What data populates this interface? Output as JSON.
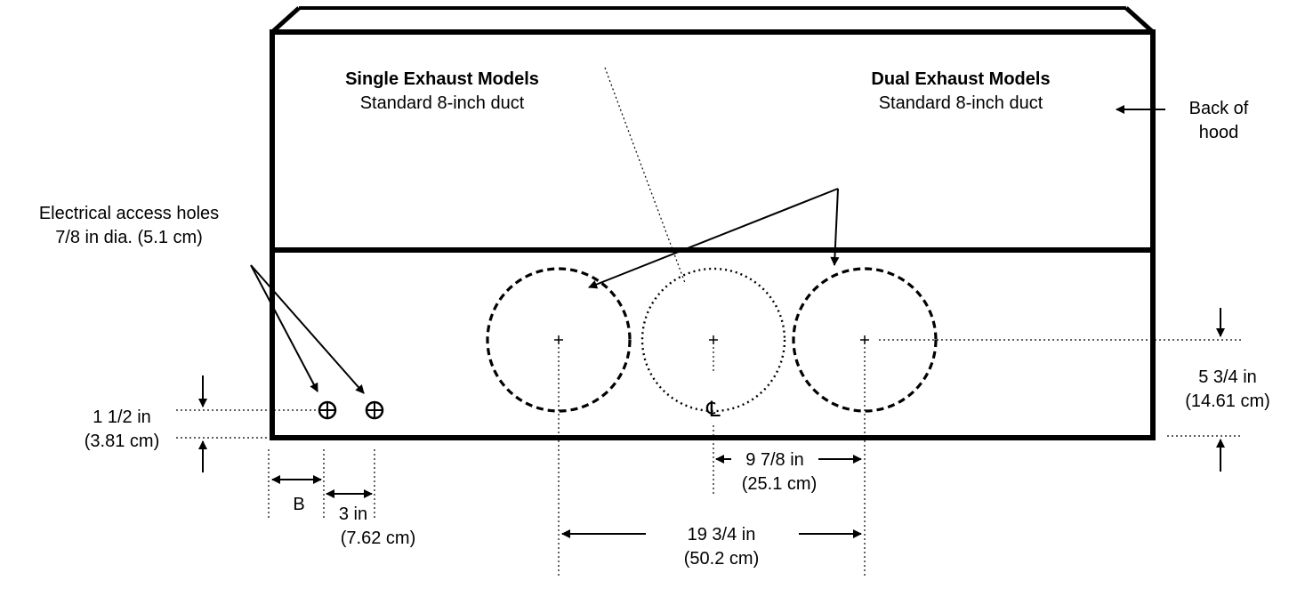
{
  "labels": {
    "single_title": "Single Exhaust Models",
    "single_sub": "Standard 8-inch duct",
    "dual_title": "Dual Exhaust Models",
    "dual_sub": "Standard 8-inch duct",
    "back_line1": "Back of",
    "back_line2": "hood",
    "elec_line1": "Electrical access holes",
    "elec_line2": "7/8 in dia. (5.1 cm)",
    "centerline": "℄"
  },
  "dimensions": {
    "left_height_in": "1 1/2 in",
    "left_height_cm": "(3.81 cm)",
    "right_height_in": "5 3/4 in",
    "right_height_cm": "(14.61 cm)",
    "b_label": "B",
    "spacing_in": "3 in",
    "spacing_cm": "(7.62 cm)",
    "center_offset_in": "9 7/8 in",
    "center_offset_cm": "(25.1 cm)",
    "dual_span_in": "19 3/4 in",
    "dual_span_cm": "(50.2 cm)"
  }
}
